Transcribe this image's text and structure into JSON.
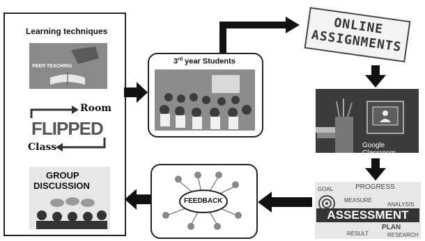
{
  "left_panel": {
    "title": "Learning techniques",
    "peer_teaching_label": "PEER TEACHING",
    "flipped_word_room": "Room",
    "flipped_word_flipped": "FLIPPED",
    "flipped_word_class": "Class",
    "group_discussion_line1": "GROUP",
    "group_discussion_line2": "DISCUSSION"
  },
  "students_box": {
    "title_prefix": "3",
    "title_sup": "rd",
    "title_suffix": " year Students"
  },
  "online_assignments": {
    "line1": "ONLINE",
    "line2": "ASSIGNMENTS"
  },
  "google_classroom": {
    "label": "Google Classroom"
  },
  "assessment": {
    "main_word": "ASSESSMENT",
    "words": [
      "GOAL",
      "PROGRESS",
      "MEASURE",
      "ANALYSIS",
      "PLAN",
      "RESULT",
      "RESEARCH"
    ]
  },
  "feedback": {
    "center_word": "FEEDBACK"
  }
}
